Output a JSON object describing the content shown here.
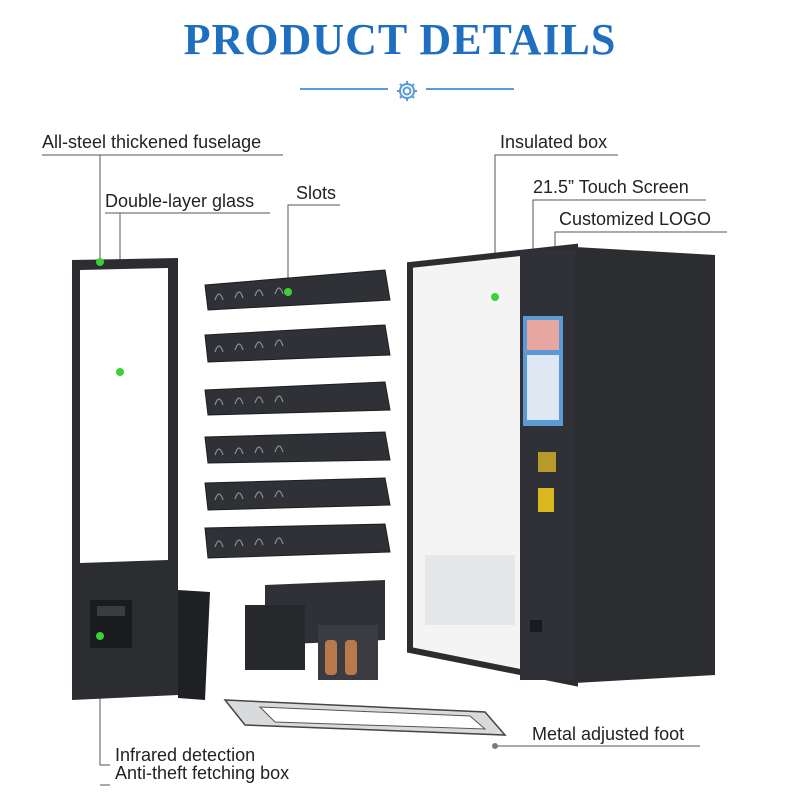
{
  "header": {
    "title": "PRODUCT DETAILS"
  },
  "labels": {
    "fuselage": "All-steel thickened fuselage",
    "glass": "Double-layer glass",
    "slots": "Slots",
    "insulated": "Insulated box",
    "screen": "21.5” Touch Screen",
    "logo": "Customized LOGO",
    "foot": "Metal adjusted foot",
    "infrared": "Infrared detection",
    "antitheft": "Anti-theft fetching box"
  },
  "colors": {
    "title": "#1f6fc0",
    "accent": "#5a9bd8",
    "marker": "#3ad13a",
    "machine": "#2b2d31"
  },
  "icons": {
    "divider": "gear-icon"
  }
}
